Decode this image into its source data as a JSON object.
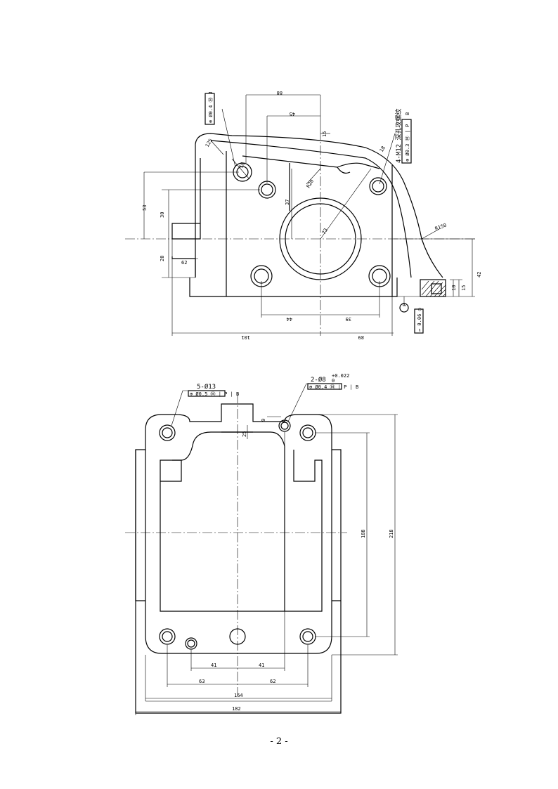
{
  "page": {
    "number": "- 2 -"
  },
  "view1": {
    "dims": {
      "d125": "125",
      "d88": "88",
      "d45": "45",
      "d15_top": "15",
      "d18_a": "18",
      "d30": "30",
      "d20": "20",
      "d53": "53",
      "d37": "37",
      "d62": "62",
      "d44": "44",
      "d39": "39",
      "d101": "101",
      "d89": "89",
      "d15_r": "15",
      "d10": "10",
      "d42": "42",
      "d73": "73",
      "d20r": "R20",
      "r150": "R150"
    },
    "holes_note": "4-M12 深孔攻螺纹",
    "tol_frame_left": "⊕ Ø0.4 Ⓜ J",
    "tol_frame_right": "⊕ Ø0.3 Ⓜ | P | B",
    "datum_p": "P",
    "flatness": "▱ 0.06 ○"
  },
  "view2": {
    "holes_label": "5-Ø13",
    "holes_frame": "⊕ Ø0.5 Ⓜ | P | B",
    "pin_label": "2-Ø8",
    "pin_tol_upper": "+0.022",
    "pin_tol_lower": "0",
    "pin_frame": "⊕ Ø0.4 Ⓜ | P | B",
    "dims": {
      "d9": "9",
      "d25": "25",
      "d188": "188",
      "d218": "218",
      "d41_l": "41",
      "d41_r": "41",
      "d63": "63",
      "d62": "62",
      "d164": "164",
      "d182": "182"
    }
  }
}
